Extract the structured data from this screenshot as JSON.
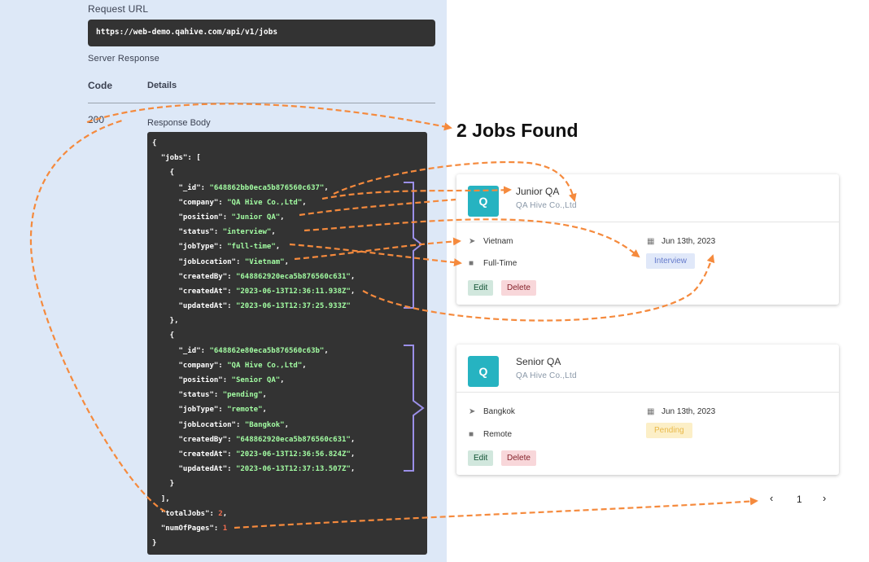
{
  "request": {
    "label": "Request URL",
    "url": "https://web-demo.qahive.com/api/v1/jobs"
  },
  "response": {
    "label": "Server Response",
    "col_code": "Code",
    "col_details": "Details",
    "status_code": "200",
    "body_label": "Response Body"
  },
  "code_lines": [
    "{",
    "  \"jobs\": [",
    "    {",
    "      \"_id\": \"648862bb0eca5b876560c637\",",
    "      \"company\": \"QA Hive Co.,Ltd\",",
    "      \"position\": \"Junior QA\",",
    "      \"status\": \"interview\",",
    "      \"jobType\": \"full-time\",",
    "      \"jobLocation\": \"Vietnam\",",
    "      \"createdBy\": \"648862920eca5b876560c631\",",
    "      \"createdAt\": \"2023-06-13T12:36:11.938Z\",",
    "      \"updatedAt\": \"2023-06-13T12:37:25.933Z\"",
    "    },",
    "    {",
    "      \"_id\": \"648862e80eca5b876560c63b\",",
    "      \"company\": \"QA Hive Co.,Ltd\",",
    "      \"position\": \"Senior QA\",",
    "      \"status\": \"pending\",",
    "      \"jobType\": \"remote\",",
    "      \"jobLocation\": \"Bangkok\",",
    "      \"createdBy\": \"648862920eca5b876560c631\",",
    "      \"createdAt\": \"2023-06-13T12:36:56.824Z\",",
    "      \"updatedAt\": \"2023-06-13T12:37:13.507Z\",",
    "    }",
    "  ],",
    "  \"totalJobs\": 2,",
    "  \"numOfPages\": 1",
    "}"
  ],
  "jobs_found": "2 Jobs Found",
  "jobs": [
    {
      "avatar": "Q",
      "position": "Junior QA",
      "company": "QA Hive Co.,Ltd",
      "location": "Vietnam",
      "job_type": "Full-Time",
      "date": "Jun 13th, 2023",
      "status": "Interview",
      "edit": "Edit",
      "delete": "Delete"
    },
    {
      "avatar": "Q",
      "position": "Senior QA",
      "company": "QA Hive Co.,Ltd",
      "location": "Bangkok",
      "job_type": "Remote",
      "date": "Jun 13th, 2023",
      "status": "Pending",
      "edit": "Edit",
      "delete": "Delete"
    }
  ],
  "pagination": {
    "prev": "‹",
    "page": "1",
    "next": "›"
  },
  "colors": {
    "panel_bg": "#dde8f7",
    "code_bg": "#333333",
    "code_string": "#a2fca2",
    "code_number": "#f36d4f",
    "avatar": "#26b3c1",
    "arrow": "#f58a3d",
    "brace": "#9b8fe8"
  }
}
